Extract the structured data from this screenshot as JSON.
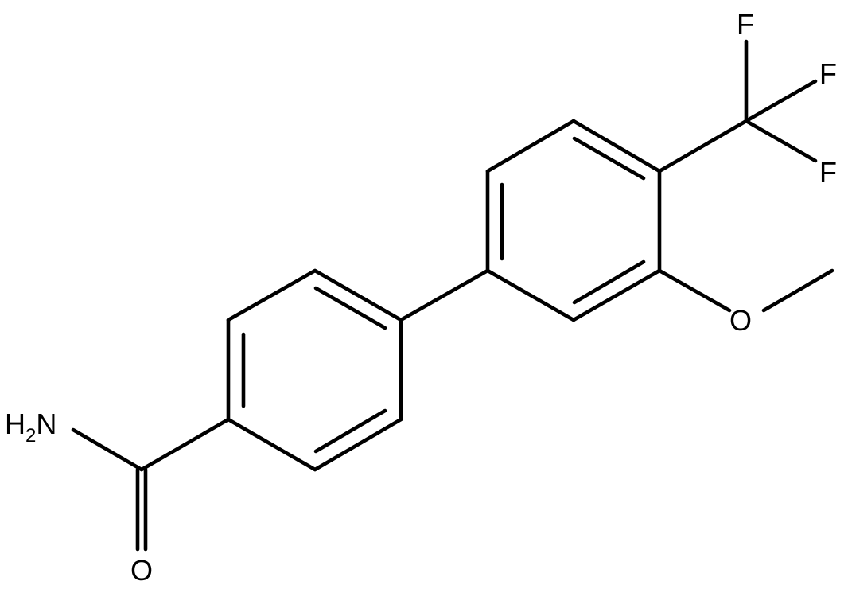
{
  "structure": {
    "atoms": {
      "amide_n": "H2N",
      "amide_n_h": "H",
      "amide_n_count": "2",
      "amide_n_n": "N",
      "carbonyl_o": "O",
      "methoxy_o": "O",
      "fluorine_1": "F",
      "fluorine_2": "F",
      "fluorine_3": "F"
    }
  }
}
